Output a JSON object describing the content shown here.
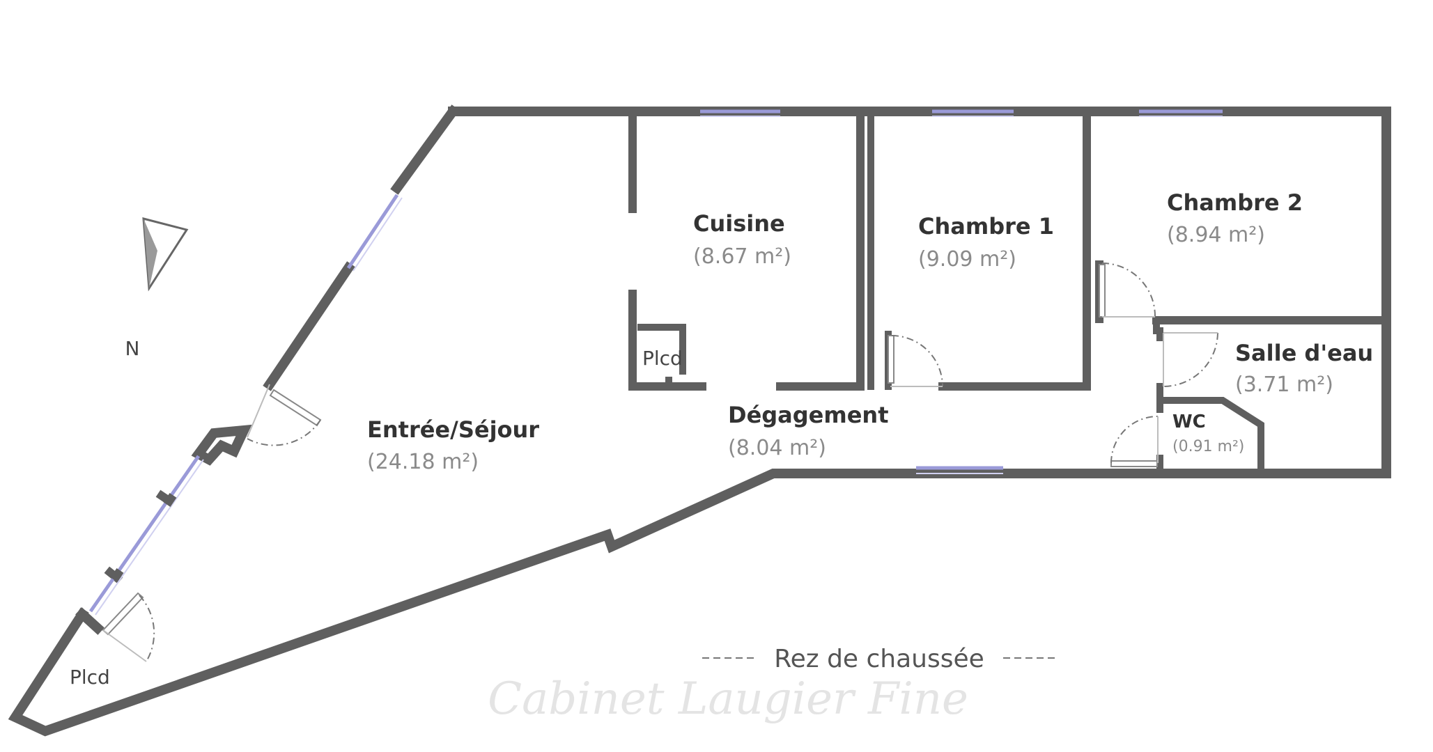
{
  "rooms": {
    "sejour": {
      "name": "Entrée/Séjour",
      "area": "(24.18 m²)"
    },
    "cuisine": {
      "name": "Cuisine",
      "area": "(8.67 m²)"
    },
    "chambre1": {
      "name": "Chambre 1",
      "area": "(9.09 m²)"
    },
    "chambre2": {
      "name": "Chambre 2",
      "area": "(8.94 m²)"
    },
    "degagement": {
      "name": "Dégagement",
      "area": "(8.04 m²)"
    },
    "salle_eau": {
      "name": "Salle d'eau",
      "area": "(3.71 m²)"
    },
    "wc": {
      "name": "WC",
      "area": "(0.91 m²)"
    }
  },
  "closets": {
    "placard_label": "Plcd"
  },
  "compass": {
    "label": "N"
  },
  "floor": {
    "level_label": "Rez de chaussée"
  },
  "watermark": {
    "text": "Cabinet Laugier Fine"
  },
  "colors": {
    "wall": "#5f5f5f",
    "window": "#9a9ad8",
    "area_text": "#8a8a8a"
  }
}
